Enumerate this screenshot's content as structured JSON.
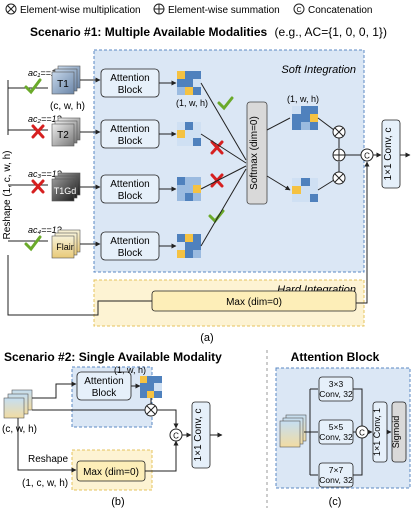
{
  "legend": {
    "multiplication": "Element-wise multiplication",
    "summation": "Element-wise summation",
    "concatenation": "Concatenation"
  },
  "scenario1": {
    "title": "Scenario #1: Multiple Available Modalities",
    "example": "(e.g., AC={1, 0, 0, 1})",
    "soft_label": "Soft Integration",
    "hard_label": "Hard Integration",
    "reshape": "Reshape (1, c, w, h)",
    "input_shape": "(c, w, h)",
    "attention_shape": "(1, w, h)",
    "weight_shape": "(1, w, h)",
    "softmax": "Softmax (dim=0)",
    "max": "Max (dim=0)",
    "conv": "1×1 Conv, c",
    "modalities": [
      {
        "name": "T1",
        "query": "ac₁==1?",
        "status": "check"
      },
      {
        "name": "T2",
        "query": "ac₂==1?",
        "status": "cross"
      },
      {
        "name": "T1Gd",
        "query": "ac₃==1?",
        "status": "cross"
      },
      {
        "name": "Flair",
        "query": "ac₄==1?",
        "status": "check"
      }
    ],
    "attention_label_1": "Attention",
    "attention_label_2": "Block",
    "caption": "(a)"
  },
  "scenario2": {
    "title": "Scenario #2: Single Available Modality",
    "input_shape": "(c, w, h)",
    "attention_shape": "(1, w, h)",
    "reshape_1": "Reshape",
    "reshape_2": "(1, c, w, h)",
    "max": "Max (dim=0)",
    "conv": "1×1 Conv, c",
    "attention_label_1": "Attention",
    "attention_label_2": "Block",
    "caption": "(b)"
  },
  "attention_block": {
    "title": "Attention Block",
    "branches": [
      {
        "kernel": "3×3",
        "channels": "Conv, 32"
      },
      {
        "kernel": "5×5",
        "channels": "Conv, 32"
      },
      {
        "kernel": "7×7",
        "channels": "Conv, 32"
      }
    ],
    "conv": "1×1 Conv, 1",
    "sigmoid": "Sigmoid",
    "caption": "(c)"
  },
  "colors": {
    "soft_bg": "#dbe7f5",
    "hard_bg": "#fdf3d3",
    "box_blue": "#e6f0fa",
    "box_yellow": "#fdeeb8",
    "check": "#6aaa2a",
    "cross": "#d62020",
    "softmax": "#d9d9d9"
  }
}
